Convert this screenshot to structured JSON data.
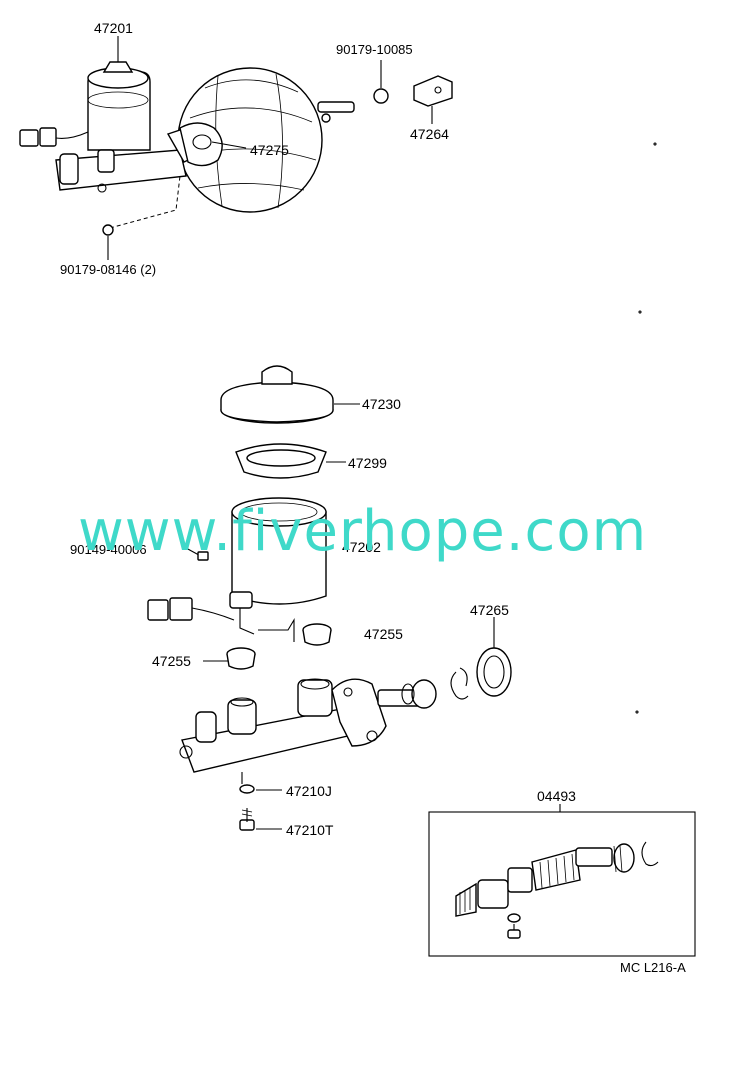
{
  "watermark": {
    "text": "www.fiverhope.com",
    "color": "#3fd9c9"
  },
  "diagram_id": "MC L216-A",
  "callouts": {
    "master_cyl_assy": "47201",
    "gasket": "47275",
    "nut_top": "90179-10085",
    "clamp": "47264",
    "nut_bottom": "90179-08146 (2)",
    "reservoir_cap": "47230",
    "strainer": "47299",
    "reservoir": "47202",
    "screw": "90149-40006",
    "grommet_right": "47255",
    "grommet_left": "47255",
    "boot": "47265",
    "washer": "47210J",
    "bolt": "47210T",
    "kit": "04493"
  }
}
